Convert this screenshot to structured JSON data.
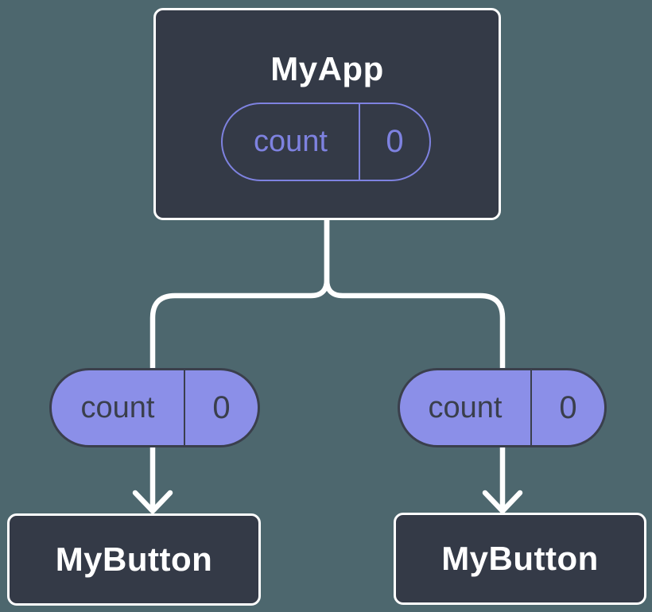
{
  "colors": {
    "background": "#4d676e",
    "node_fill": "#343a47",
    "node_border": "#ffffff",
    "prop_outline_accent": "#7e82e0",
    "prop_fill": "#8b8fe8",
    "prop_fill_dark": "#3a3f4c",
    "connector": "#ffffff"
  },
  "tree": {
    "root": {
      "name": "MyApp",
      "prop": {
        "label": "count",
        "value": "0"
      }
    },
    "children": [
      {
        "name": "MyButton",
        "prop": {
          "label": "count",
          "value": "0"
        }
      },
      {
        "name": "MyButton",
        "prop": {
          "label": "count",
          "value": "0"
        }
      }
    ]
  }
}
